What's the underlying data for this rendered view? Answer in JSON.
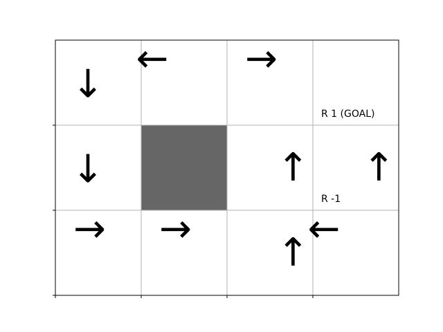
{
  "grid": {
    "rows": 3,
    "cols": 4,
    "grid_line_color": "#b0b0b0",
    "frame_color": "#000000",
    "wall_color": "#666666",
    "walls": [
      {
        "row": 1,
        "col": 1
      }
    ],
    "arrows": [
      {
        "row": 0,
        "col": 0,
        "dir": "down",
        "symbol": "↓"
      },
      {
        "row": 0,
        "col": 1,
        "dir": "left",
        "symbol": "←"
      },
      {
        "row": 0,
        "col": 2,
        "dir": "right",
        "symbol": "→"
      },
      {
        "row": 1,
        "col": 0,
        "dir": "down",
        "symbol": "↓"
      },
      {
        "row": 1,
        "col": 2,
        "dir": "up",
        "symbol": "↑"
      },
      {
        "row": 1,
        "col": 3,
        "dir": "up",
        "symbol": "↑"
      },
      {
        "row": 2,
        "col": 0,
        "dir": "right",
        "symbol": "→"
      },
      {
        "row": 2,
        "col": 1,
        "dir": "right",
        "symbol": "→"
      },
      {
        "row": 2,
        "col": 2,
        "dir": "up",
        "symbol": "↑"
      },
      {
        "row": 2,
        "col": 3,
        "dir": "left",
        "symbol": "←"
      }
    ],
    "rewards": [
      {
        "row": 0,
        "col": 3,
        "text": "R 1 (GOAL)"
      },
      {
        "row": 1,
        "col": 3,
        "text": "R -1"
      }
    ]
  }
}
